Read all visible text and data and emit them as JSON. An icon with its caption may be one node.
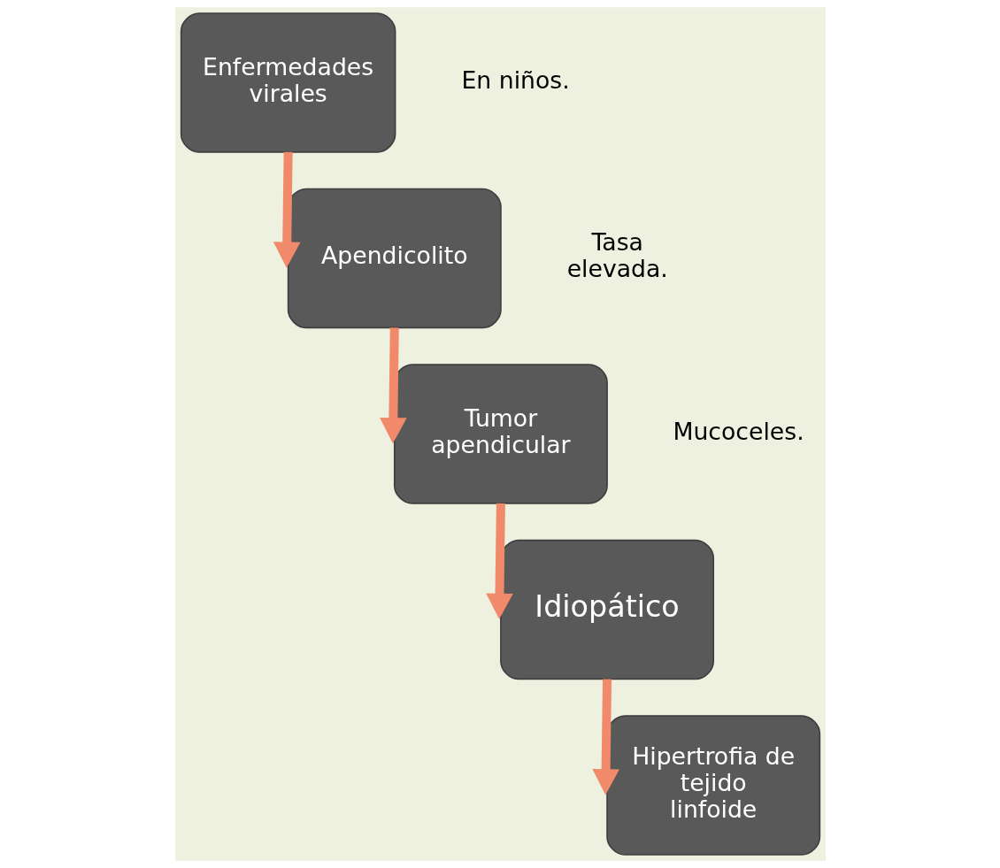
{
  "diagram": {
    "nodes": [
      {
        "text": [
          "Enfermedades virales"
        ],
        "beside": [
          "En niños."
        ]
      },
      {
        "text": [
          "Apendicolito"
        ],
        "beside": [
          "Tasa elevada."
        ]
      },
      {
        "text": [
          "Tumor apendicular"
        ],
        "beside": [
          "Mucoceles."
        ]
      },
      {
        "text": [
          "Idiopático"
        ]
      },
      {
        "text": [
          "Hipertrofia de tejido linfoide"
        ]
      }
    ],
    "edges": [
      {
        "from": 0,
        "to": 1,
        "arrow": "to"
      },
      {
        "from": 1,
        "to": 2,
        "arrow": "to"
      },
      {
        "from": 2,
        "to": 3,
        "arrow": "to"
      },
      {
        "from": 3,
        "to": 4,
        "arrow": "to"
      }
    ]
  }
}
